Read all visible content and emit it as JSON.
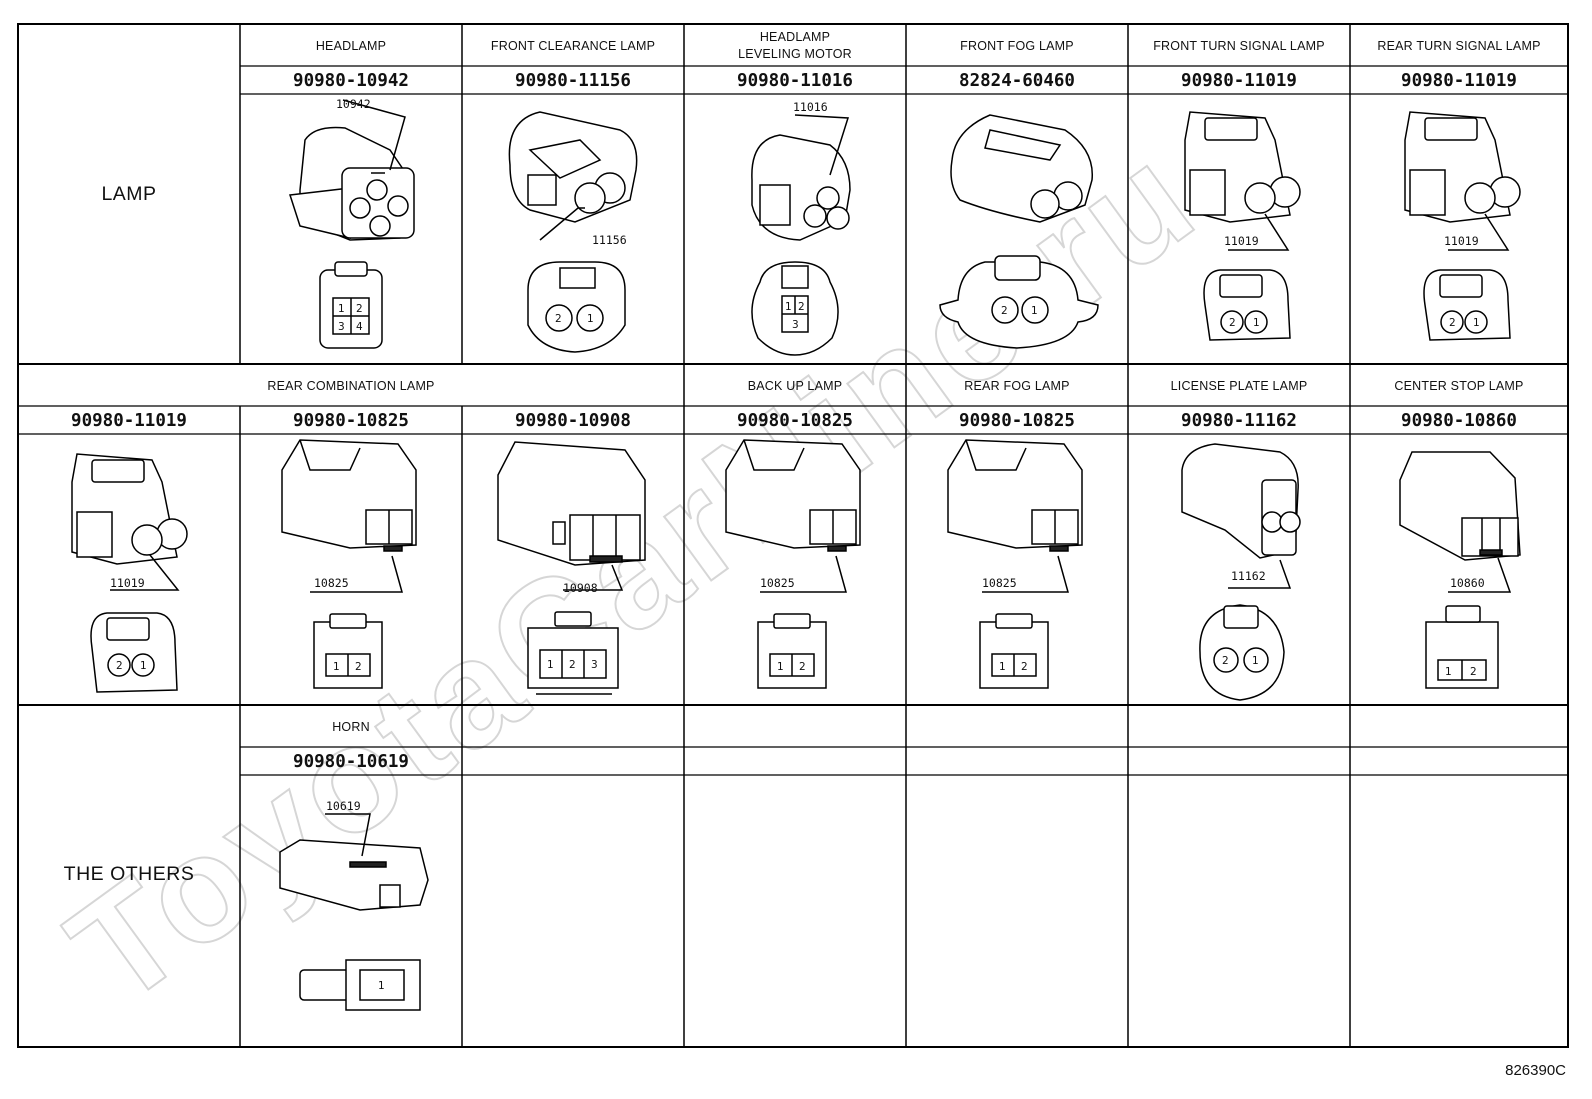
{
  "watermark": "ToyotaCarNine.ru",
  "figure_id": "826390C",
  "groups": {
    "lamp": "LAMP",
    "others": "THE OTHERS"
  },
  "row1": [
    {
      "name": "HEADLAMP",
      "part": "90980-10942",
      "code": "10942",
      "pins": [
        "1",
        "2",
        "3",
        "4"
      ]
    },
    {
      "name": "FRONT CLEARANCE LAMP",
      "part": "90980-11156",
      "code": "11156",
      "pins": [
        "2",
        "1"
      ]
    },
    {
      "name_l1": "HEADLAMP",
      "name_l2": "LEVELING MOTOR",
      "part": "90980-11016",
      "code": "11016",
      "pins": [
        "1",
        "2",
        "3"
      ]
    },
    {
      "name": "FRONT FOG LAMP",
      "part": "82824-60460",
      "pins": [
        "2",
        "1"
      ]
    },
    {
      "name": "FRONT TURN SIGNAL LAMP",
      "part": "90980-11019",
      "code": "11019",
      "pins": [
        "2",
        "1"
      ]
    },
    {
      "name": "REAR TURN SIGNAL LAMP",
      "part": "90980-11019",
      "code": "11019",
      "pins": [
        "2",
        "1"
      ]
    }
  ],
  "row2": {
    "rear_combination_header": "REAR COMBINATION LAMP",
    "cells": [
      {
        "part": "90980-11019",
        "code": "11019",
        "pins": [
          "2",
          "1"
        ]
      },
      {
        "part": "90980-10825",
        "code": "10825",
        "pins": [
          "1",
          "2"
        ]
      },
      {
        "part": "90980-10908",
        "code": "10908",
        "pins": [
          "1",
          "2",
          "3"
        ]
      },
      {
        "name": "BACK UP LAMP",
        "part": "90980-10825",
        "code": "10825",
        "pins": [
          "1",
          "2"
        ]
      },
      {
        "name": "REAR FOG LAMP",
        "part": "90980-10825",
        "code": "10825",
        "pins": [
          "1",
          "2"
        ]
      },
      {
        "name": "LICENSE PLATE LAMP",
        "part": "90980-11162",
        "code": "11162",
        "pins": [
          "2",
          "1"
        ]
      },
      {
        "name": "CENTER STOP LAMP",
        "part": "90980-10860",
        "code": "10860",
        "pins": [
          "1",
          "2"
        ]
      }
    ]
  },
  "row3": [
    {
      "name": "HORN",
      "part": "90980-10619",
      "code": "10619",
      "pins": [
        "1"
      ]
    }
  ]
}
